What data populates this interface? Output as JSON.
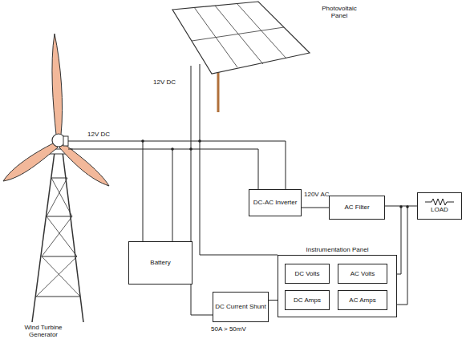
{
  "diagram": {
    "nodes": [
      {
        "text": [
          "DC-AC Inverter"
        ]
      },
      {
        "text": [
          "AC Filter"
        ]
      },
      {
        "text": [
          "LOAD"
        ]
      },
      {
        "text": [
          "Battery"
        ]
      },
      {
        "text": [
          "Instrumentation Panel"
        ]
      },
      {
        "text": [
          "DC Volts"
        ],
        "in": 4
      },
      {
        "text": [
          "AC Volts"
        ],
        "in": 4
      },
      {
        "text": [
          "DC Amps"
        ],
        "in": 4
      },
      {
        "text": [
          "AC Amps"
        ],
        "in": 4
      },
      {
        "text": [
          "DC Current Shunt"
        ]
      }
    ],
    "edges": [
      {
        "from": 0,
        "to": 1,
        "arrow": "none"
      },
      {
        "from": 1,
        "to": 2,
        "arrow": "none"
      },
      {
        "from": 3,
        "to": 0,
        "arrow": "none"
      },
      {
        "from": 9,
        "to": 7,
        "arrow": "none"
      }
    ],
    "labels": [
      "Photovoltaic Panel",
      "12V DC",
      "12V DC",
      "Wind Turbine Generator",
      "120V AC",
      "50A > 50mV"
    ]
  }
}
